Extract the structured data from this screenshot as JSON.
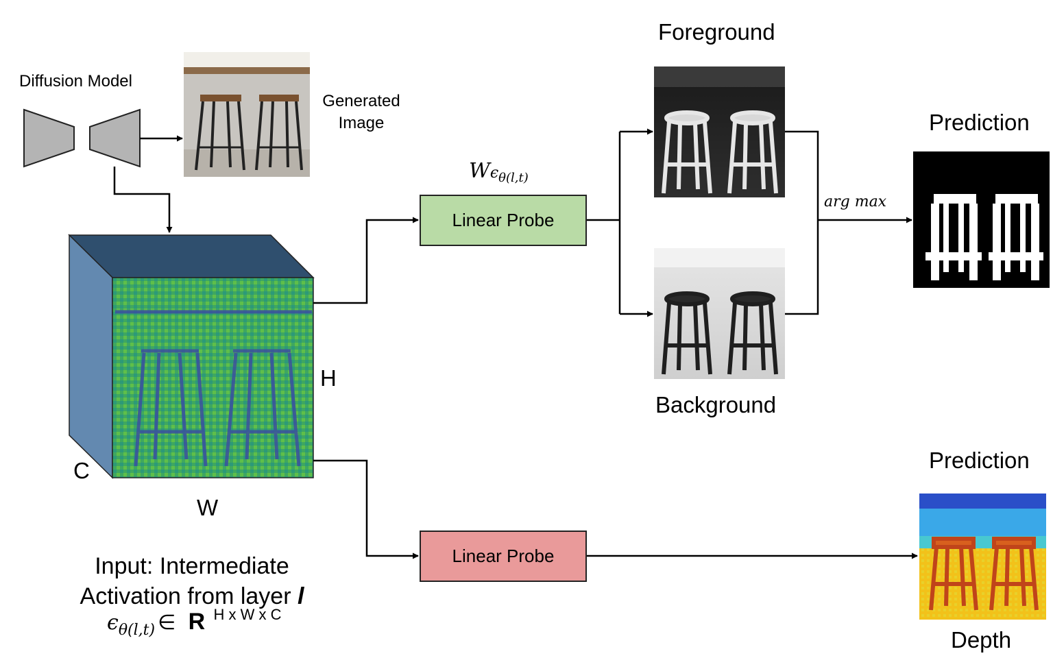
{
  "diffusion_model_label": "Diffusion Model",
  "generated_image_label_line1": "Generated",
  "generated_image_label_line2": "Image",
  "weight_label_base": "W",
  "weight_label_epsilon": "ϵ",
  "weight_label_sub": "θ(l,t)",
  "probe_top_label": "Linear Probe",
  "probe_bottom_label": "Linear Probe",
  "foreground_label": "Foreground",
  "background_label": "Background",
  "argmax_label": "arg max",
  "prediction_top_label": "Prediction",
  "prediction_bottom_label": "Prediction",
  "depth_label": "Depth",
  "dim_h": "H",
  "dim_w": "W",
  "dim_c": "C",
  "input_line1": "Input: Intermediate",
  "input_line2_text": "Activation from layer ",
  "input_line2_var": "l",
  "input_formula_epsilon": "ϵ",
  "input_formula_sub": "θ(l,t)",
  "input_formula_in": "∈",
  "input_formula_R": "R",
  "input_formula_sup": "H x W x C",
  "colors": {
    "probe_top_fill": "#b9dba6",
    "probe_bottom_fill": "#e99a9a",
    "cube_front": "#4aa55a",
    "cube_top": "#2f4f6e",
    "cube_side": "#6389b0",
    "trapezoid_fill": "#b4b4b4"
  }
}
